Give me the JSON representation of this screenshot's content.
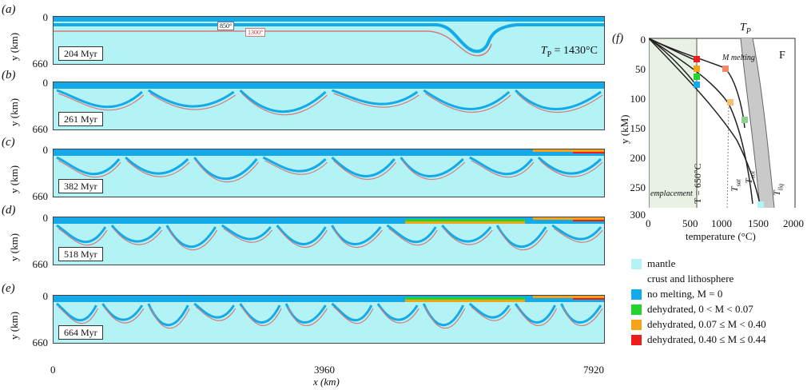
{
  "panels": [
    {
      "label": "(a)",
      "age": "204 Myr",
      "annotation": "= 1430°C",
      "annotation_prefix": "T",
      "annotation_sub": "P",
      "iso_850": "850°",
      "iso_1300": "1300°"
    },
    {
      "label": "(b)",
      "age": "261 Myr"
    },
    {
      "label": "(c)",
      "age": "382 Myr"
    },
    {
      "label": "(d)",
      "age": "518 Myr"
    },
    {
      "label": "(e)",
      "age": "664 Myr"
    }
  ],
  "y_axis": {
    "label": "y (km)",
    "ticks": [
      "0",
      "660"
    ]
  },
  "x_axis": {
    "label": "x (km)",
    "ticks": [
      "0",
      "3960",
      "7920"
    ]
  },
  "panel_f": {
    "label": "(f)",
    "x_label": "temperature (°C)",
    "y_label": "y (kM)",
    "x_ticks": [
      "0",
      "500",
      "1000",
      "1500",
      "2000"
    ],
    "y_ticks": [
      "0",
      "50",
      "100",
      "150",
      "200",
      "250",
      "300"
    ],
    "tp_label": "T",
    "tp_sub": "P",
    "m_melting": "M melting",
    "f_label": "F",
    "t650": "T = 650°C",
    "emplacement": "emplacement",
    "tsat": "T",
    "tsat_sub": "sat",
    "tsol": "T",
    "tsol_sub": "sol",
    "tliq": "T",
    "tliq_sub": "liq"
  },
  "legend": [
    {
      "label": "mantle",
      "color": "#b3f3f6"
    },
    {
      "label": "crust and lithosphere",
      "color": ""
    },
    {
      "label": "no melting, M = 0",
      "color": "#14a9e8"
    },
    {
      "label": "dehydrated, 0 < M < 0.07",
      "color": "#22d42c"
    },
    {
      "label": "dehydrated, 0.07 ≤ M < 0.40",
      "color": "#f5a41a"
    },
    {
      "label": "dehydrated, 0.40 ≤ M ≤ 0.44",
      "color": "#ee1c1c"
    }
  ],
  "colors": {
    "mantle": "#b3f3f6",
    "crust": "#14a9e8",
    "isotherm": "#d77a7a",
    "green": "#22d42c",
    "orange": "#f5a41a",
    "red": "#ee1c1c"
  }
}
